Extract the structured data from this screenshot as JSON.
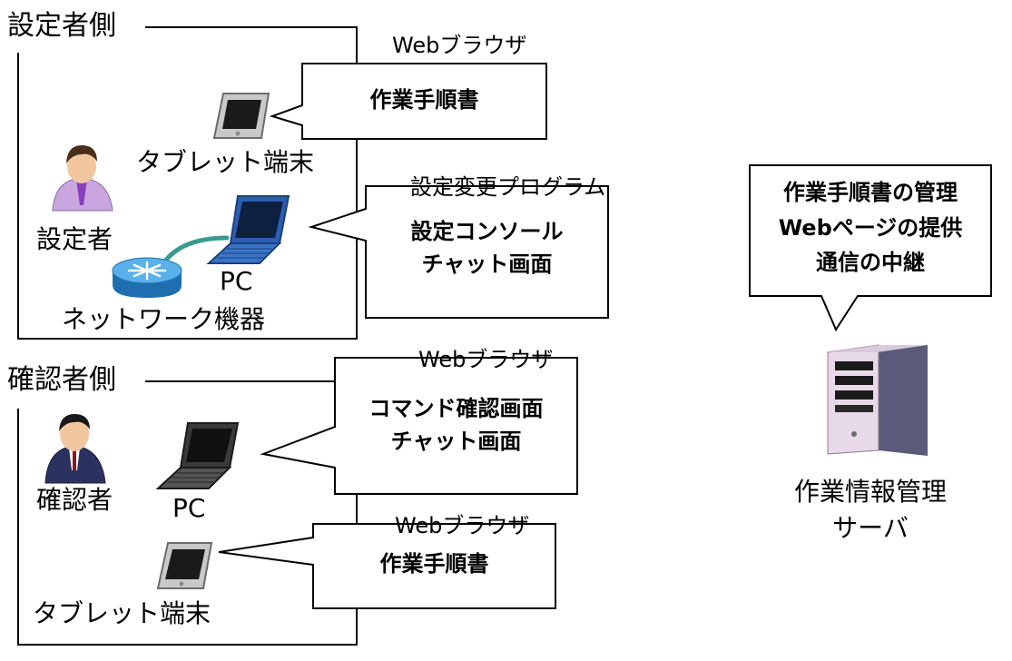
{
  "setter_side": {
    "title": "設定者側",
    "person_label": "設定者",
    "tablet_label": "タブレット端末",
    "pc_label": "PC",
    "network_label": "ネットワーク機器",
    "browser_label": "Webブラウザ",
    "browser_callout": "作業手順書",
    "program_label": "設定変更プログラム",
    "program_callout": [
      "設定コンソール",
      "チャット画面"
    ]
  },
  "checker_side": {
    "title": "確認者側",
    "person_label": "確認者",
    "pc_label": "PC",
    "tablet_label": "タブレット端末",
    "browser_label_pc": "Webブラウザ",
    "pc_callout": [
      "コマンド確認画面",
      "チャット画面"
    ],
    "browser_label_tablet": "Webブラウザ",
    "tablet_callout": "作業手順書"
  },
  "server": {
    "callout": [
      "作業手順書の管理",
      "Webページの提供",
      "通信の中継"
    ],
    "label": [
      "作業情報管理",
      "サーバ"
    ]
  }
}
